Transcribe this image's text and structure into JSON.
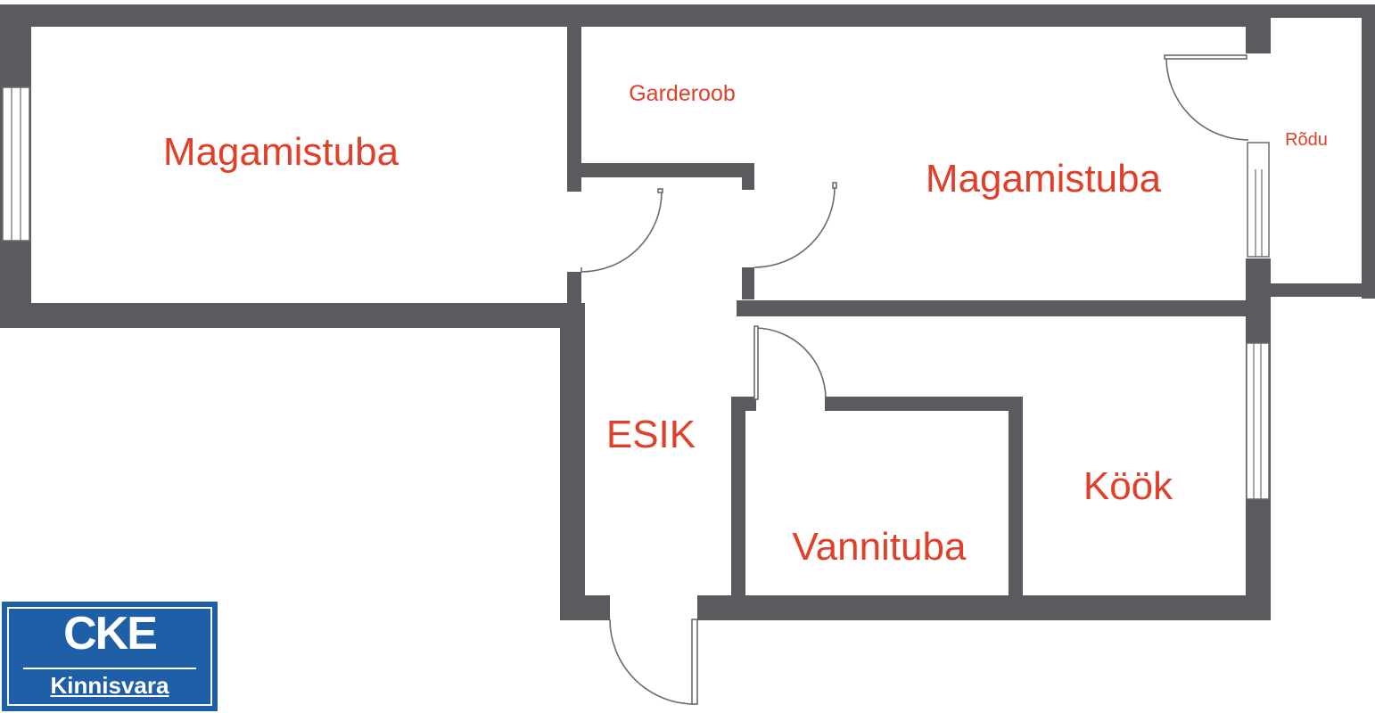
{
  "rooms": {
    "bedroom_left": "Magamistuba",
    "wardrobe": "Garderoob",
    "bedroom_right": "Magamistuba",
    "balcony": "Rõdu",
    "hall": "ESIK",
    "kitchen": "Köök",
    "bathroom": "Vannituba"
  },
  "logo": {
    "brand": "CKE",
    "subtitle": "Kinnisvara"
  },
  "colors": {
    "wall": "#5a5b5f",
    "label": "#e0402a",
    "logo_background": "#1f5fa8"
  }
}
